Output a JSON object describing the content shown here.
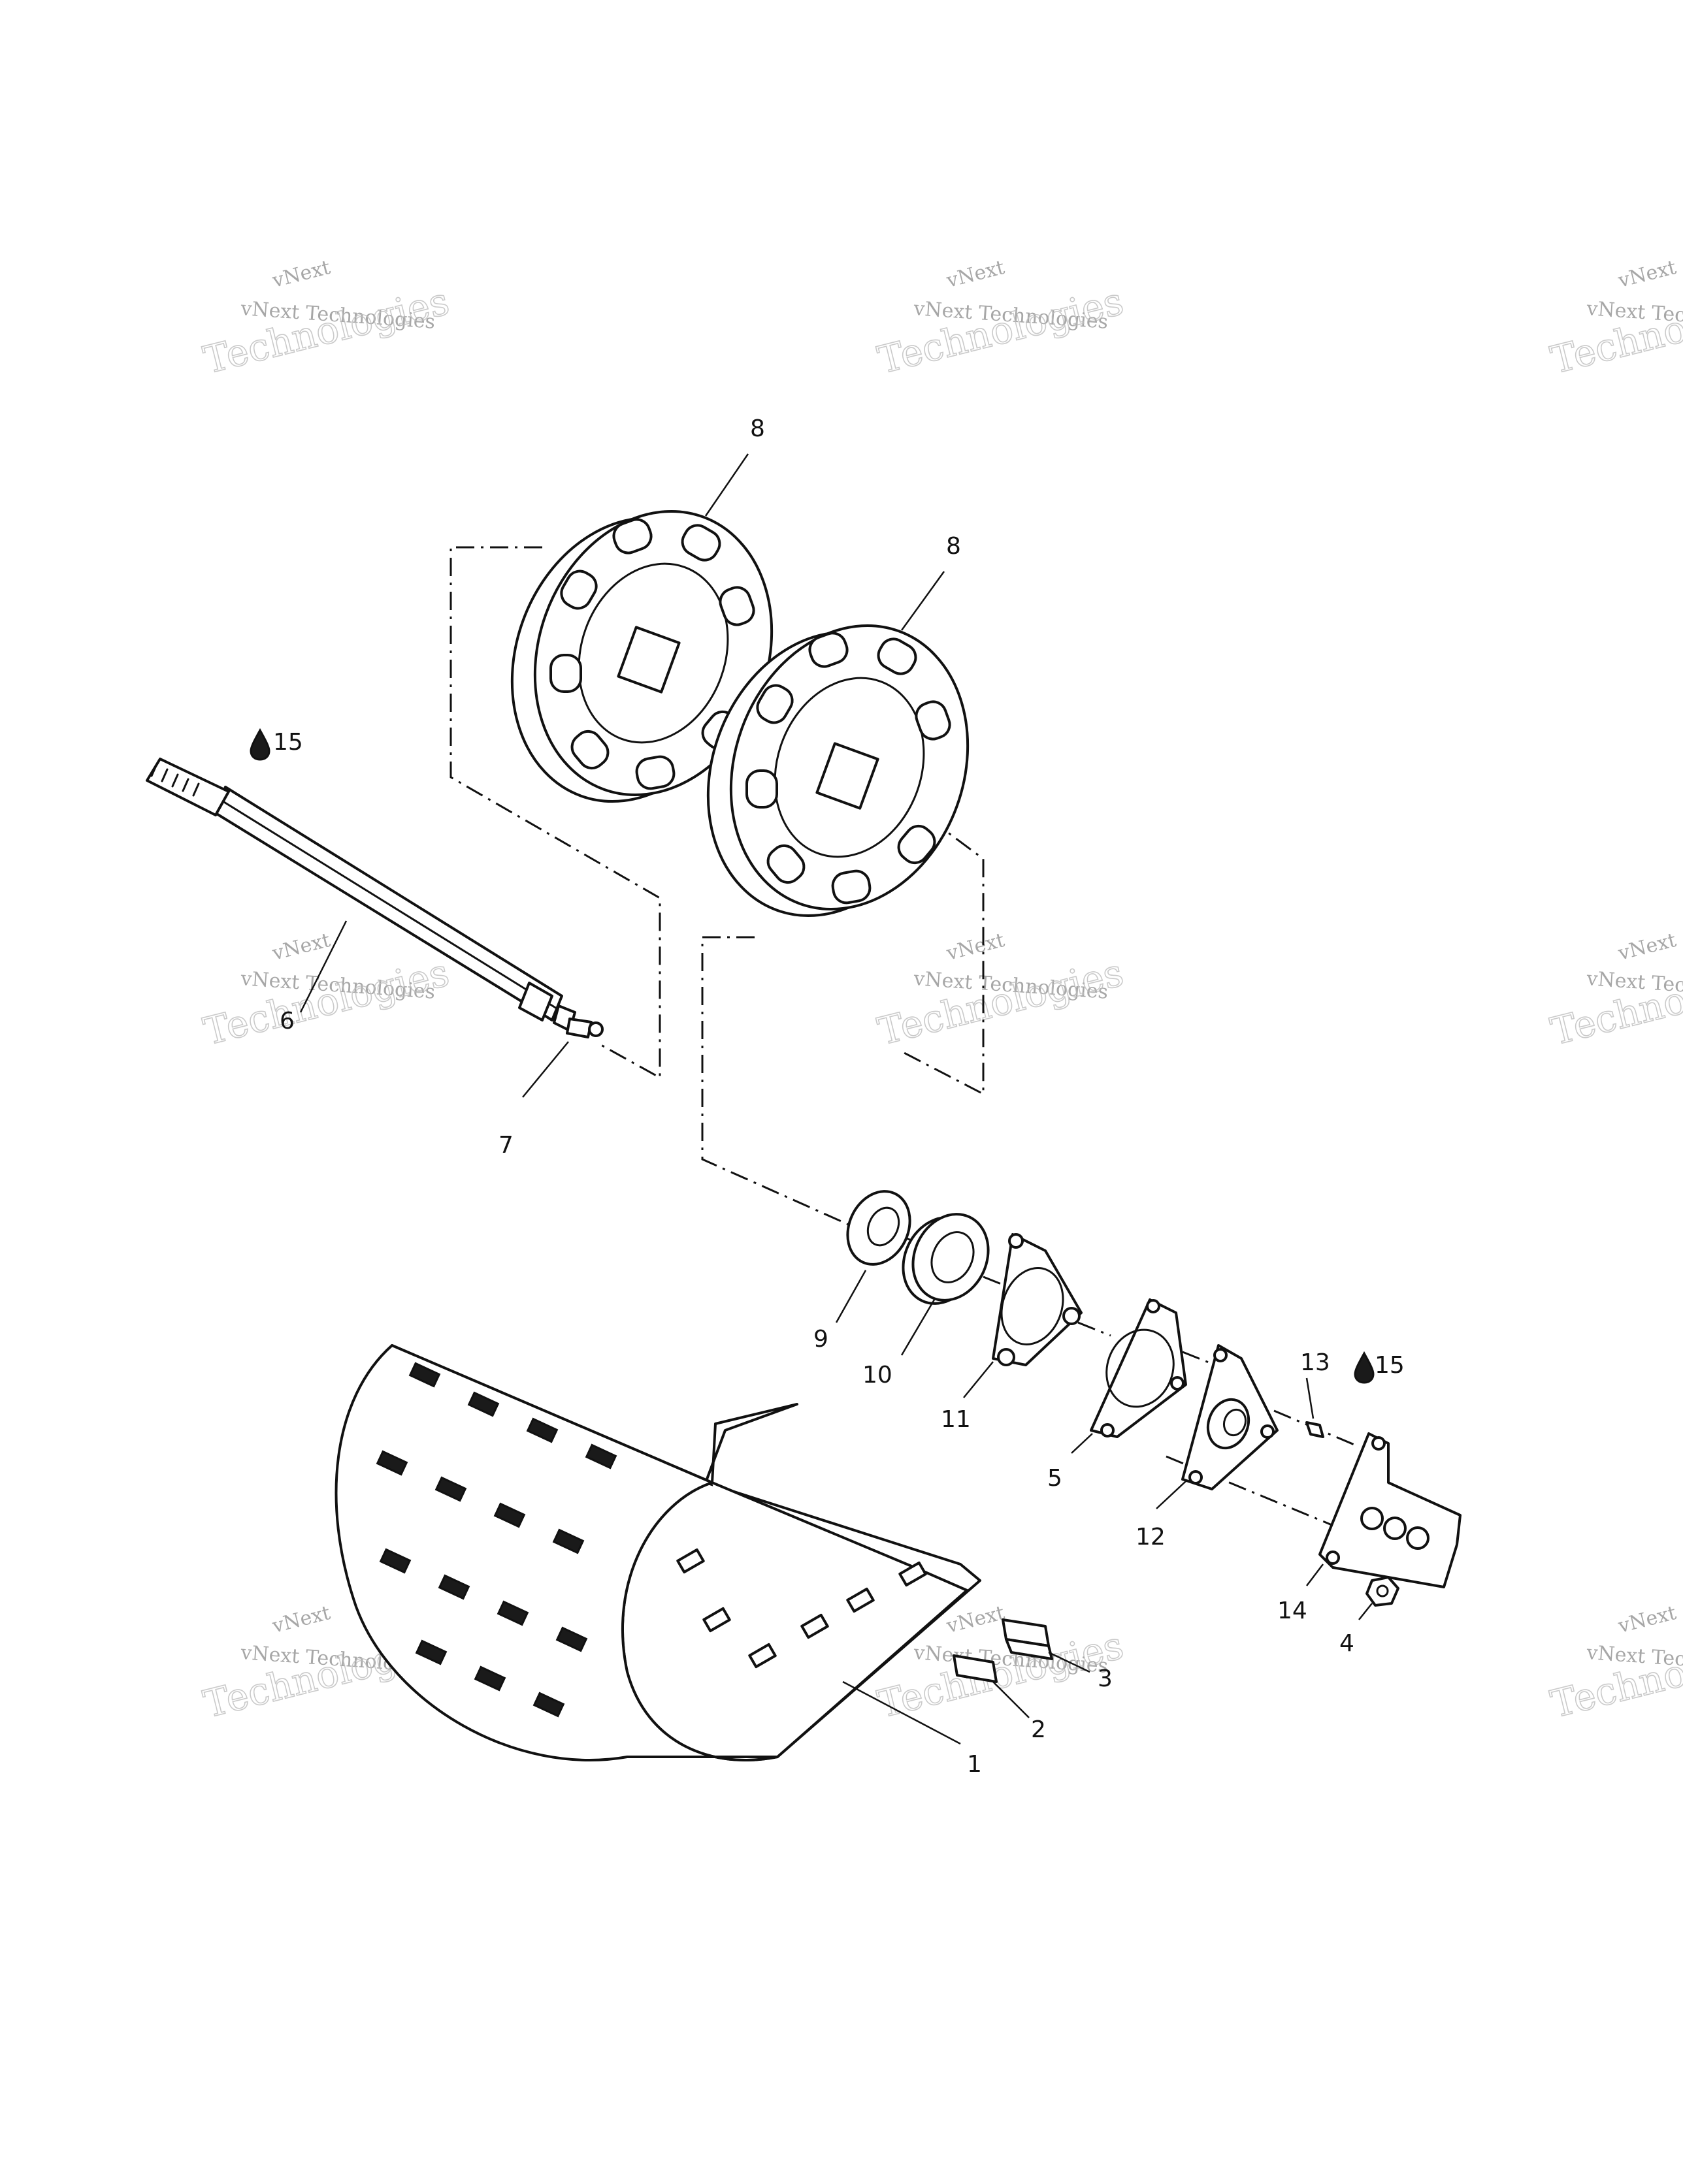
{
  "watermark": {
    "brand": "vNext",
    "line": "vNext Technologies",
    "big": "Technologies"
  },
  "callouts": [
    {
      "id": "c8a",
      "label": "8"
    },
    {
      "id": "c8b",
      "label": "8"
    },
    {
      "id": "c15a",
      "label": "15"
    },
    {
      "id": "c6",
      "label": "6"
    },
    {
      "id": "c7",
      "label": "7"
    },
    {
      "id": "c9",
      "label": "9"
    },
    {
      "id": "c10",
      "label": "10"
    },
    {
      "id": "c11",
      "label": "11"
    },
    {
      "id": "c13",
      "label": "13"
    },
    {
      "id": "c15b",
      "label": "15"
    },
    {
      "id": "c5",
      "label": "5"
    },
    {
      "id": "c12",
      "label": "12"
    },
    {
      "id": "c14",
      "label": "14"
    },
    {
      "id": "c4",
      "label": "4"
    },
    {
      "id": "c3",
      "label": "3"
    },
    {
      "id": "c2",
      "label": "2"
    },
    {
      "id": "c1",
      "label": "1"
    }
  ],
  "icons": {
    "lubricant": "oil-drop-icon"
  }
}
